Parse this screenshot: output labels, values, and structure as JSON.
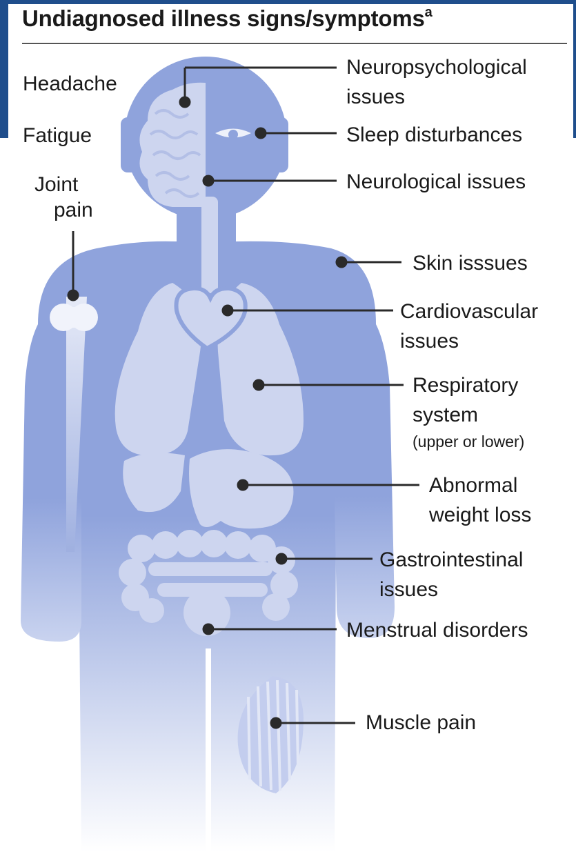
{
  "title": "Undiagnosed illness signs/symptoms",
  "title_superscript": "a",
  "colors": {
    "body": "#8fa3dc",
    "organ": "#cdd5ef",
    "leader": "#2a2a2a",
    "frame": "#1f4e8c"
  },
  "left_labels": {
    "headache": "Headache",
    "fatigue": "Fatigue",
    "joint_pain_1": "Joint",
    "joint_pain_2": "pain"
  },
  "right_labels": {
    "neuropsych_1": "Neuropsychological",
    "neuropsych_2": "issues",
    "sleep": "Sleep disturbances",
    "neurological": "Neurological issues",
    "skin": "Skin isssues",
    "cardio_1": "Cardiovascular",
    "cardio_2": "issues",
    "resp_1": "Respiratory",
    "resp_2": "system",
    "resp_3": "(upper or lower)",
    "weight_1": "Abnormal",
    "weight_2": "weight loss",
    "gi_1": "Gastrointestinal",
    "gi_2": "issues",
    "menstrual": "Menstrual disorders",
    "muscle": "Muscle pain"
  }
}
